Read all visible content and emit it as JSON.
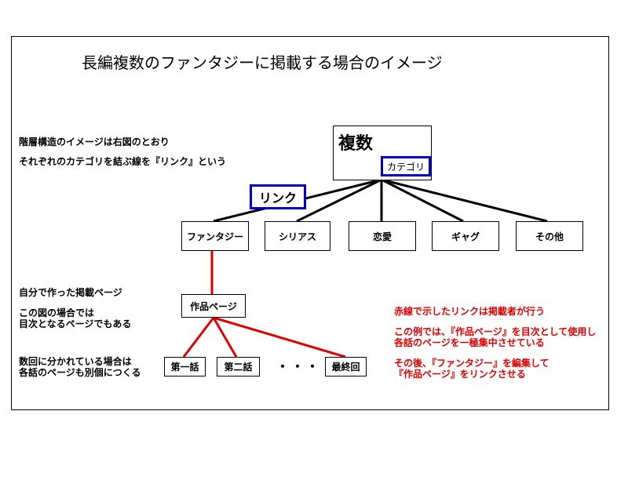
{
  "title": "長編複数のファンタジーに掲載する場合のイメージ",
  "notes_left": [
    "階層構造のイメージは右図のとおり",
    "それぞれのカテゴリを結ぶ線を『リンク』という",
    "自分で作った掲載ページ",
    "この図の場合では",
    "目次となるページでもある",
    "数回に分かれている場合は",
    "各話のページも別個につくる"
  ],
  "notes_right": [
    "赤線で示したリンクは掲載者が行う",
    "この例では、『作品ページ』を目次として使用し",
    "各話のページを一極集中させている",
    "その後、『ファンタジー』を編集して",
    "『作品ページ』をリンクさせる"
  ],
  "top_node": {
    "label": "複数",
    "category_label": "カテゴリ"
  },
  "link_label": "リンク",
  "categories": [
    "ファンタジー",
    "シリアス",
    "恋愛",
    "ギャグ",
    "その他"
  ],
  "work_page": "作品ページ",
  "episodes": [
    "第一話",
    "第二話",
    "最終回"
  ],
  "ellipsis": "・・・・",
  "colors": {
    "link_black": "#000000",
    "link_red": "#e00000",
    "highlight_blue": "#0000cc"
  }
}
